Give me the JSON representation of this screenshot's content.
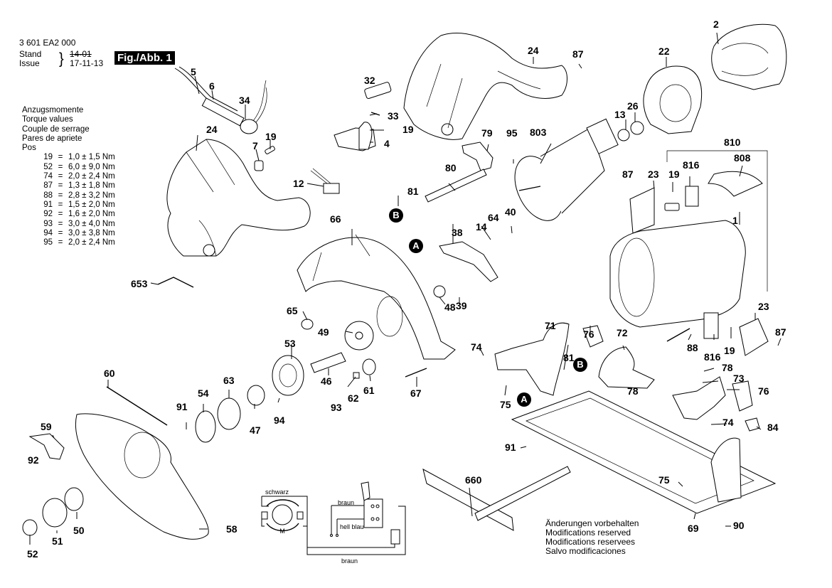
{
  "header": {
    "part_number": "3 601 EA2 000",
    "stand_label": "Stand",
    "issue_label": "Issue",
    "stand_value": "14-01",
    "issue_value": "17-11-13",
    "figure_label": "Fig./Abb. 1"
  },
  "torque": {
    "headings": [
      "Anzugsmomente",
      "Torque values",
      "Couple de serrage",
      "Pares de apriete",
      "Pos"
    ],
    "rows": [
      {
        "pos": "19",
        "value": "1,0 ± 1,5 Nm"
      },
      {
        "pos": "52",
        "value": "6,0 ± 9,0 Nm"
      },
      {
        "pos": "74",
        "value": "2,0 ± 2,4 Nm"
      },
      {
        "pos": "87",
        "value": "1,3 ± 1,8 Nm"
      },
      {
        "pos": "88",
        "value": "2,8 ± 3,2 Nm"
      },
      {
        "pos": "91",
        "value": "1,5 ± 2,0 Nm"
      },
      {
        "pos": "92",
        "value": "1,6 ± 2,0 Nm"
      },
      {
        "pos": "93",
        "value": "3,0 ± 4,0 Nm"
      },
      {
        "pos": "94",
        "value": "3,0 ± 3,8 Nm"
      },
      {
        "pos": "95",
        "value": "2,0 ± 2,4 Nm"
      }
    ]
  },
  "callouts": {
    "c1": "1",
    "c2": "2",
    "c4": "4",
    "c5": "5",
    "c6": "6",
    "c7": "7",
    "c12": "12",
    "c13": "13",
    "c14": "14",
    "c19a": "19",
    "c19b": "19",
    "c19c": "19",
    "c19d": "19",
    "c22": "22",
    "c23a": "23",
    "c23b": "23",
    "c24a": "24",
    "c24b": "24",
    "c26": "26",
    "c32": "32",
    "c33": "33",
    "c34": "34",
    "c38": "38",
    "c39": "39",
    "c40": "40",
    "c46": "46",
    "c47": "47",
    "c48": "48",
    "c49": "49",
    "c50": "50",
    "c51": "51",
    "c52": "52",
    "c53": "53",
    "c54": "54",
    "c58": "58",
    "c59": "59",
    "c60": "60",
    "c61": "61",
    "c62": "62",
    "c63": "63",
    "c64": "64",
    "c65": "65",
    "c66": "66",
    "c67": "67",
    "c69": "69",
    "c71": "71",
    "c72": "72",
    "c73": "73",
    "c74a": "74",
    "c74b": "74",
    "c75a": "75",
    "c75b": "75",
    "c76a": "76",
    "c76b": "76",
    "c78a": "78",
    "c78b": "78",
    "c79": "79",
    "c80": "80",
    "c81a": "81",
    "c81b": "81",
    "c84": "84",
    "c87a": "87",
    "c87b": "87",
    "c87c": "87",
    "c88": "88",
    "c90": "90",
    "c91a": "91",
    "c91b": "91",
    "c92": "92",
    "c93": "93",
    "c94": "94",
    "c95": "95",
    "c653": "653",
    "c660": "660",
    "c803": "803",
    "c808": "808",
    "c810": "810",
    "c816a": "816",
    "c816b": "816"
  },
  "markers": {
    "A": "A",
    "B": "B"
  },
  "wiring": {
    "motor_label": "M",
    "schwarz": "schwarz",
    "braun_top": "braun",
    "hell_blau": "hell blau",
    "braun_bottom": "braun"
  },
  "notes": [
    "Änderungen vorbehalten",
    "Modifications reserved",
    "Modifications reservees",
    "Salvo modificaciones"
  ]
}
